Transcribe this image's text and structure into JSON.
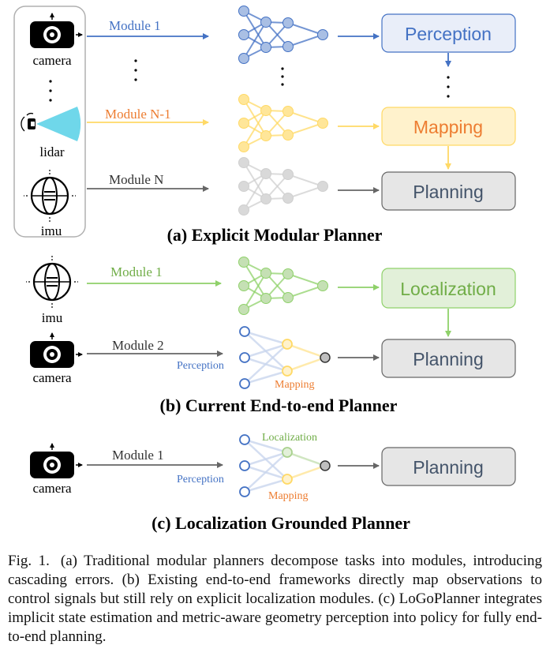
{
  "colors": {
    "blue": "#4472c4",
    "blue_fill": "#a9bfe4",
    "blue_box": "#e9eef9",
    "yellow": "#ffd966",
    "yellow_fill": "#ffe699",
    "yellow_box": "#fff2cc",
    "orange_text": "#ed7d31",
    "gray": "#666666",
    "gray_fill": "#d9d9d9",
    "gray_box": "#e6e6e6",
    "gray_text": "#44546a",
    "green": "#8fd16a",
    "green_fill": "#c5e0b4",
    "green_box": "#e2f0d9",
    "green_text": "#70ad47"
  },
  "panel_a": {
    "sensors": {
      "camera": "camera",
      "lidar": "lidar",
      "imu": "imu"
    },
    "modules": {
      "m1": "Module 1",
      "mn1": "Module N-1",
      "mn": "Module N"
    },
    "boxes": {
      "perception": "Perception",
      "mapping": "Mapping",
      "planning": "Planning"
    },
    "title": "(a) Explicit Modular Planner"
  },
  "panel_b": {
    "sensors": {
      "imu": "imu",
      "camera": "camera"
    },
    "modules": {
      "m1": "Module 1",
      "m2": "Module 2"
    },
    "net_labels": {
      "perception": "Perception",
      "mapping": "Mapping"
    },
    "boxes": {
      "localization": "Localization",
      "planning": "Planning"
    },
    "title": "(b) Current End-to-end Planner"
  },
  "panel_c": {
    "sensors": {
      "camera": "camera"
    },
    "modules": {
      "m1": "Module 1"
    },
    "net_labels": {
      "perception": "Perception",
      "localization": "Localization",
      "mapping": "Mapping"
    },
    "boxes": {
      "planning": "Planning"
    },
    "title": "(c) Localization Grounded Planner"
  },
  "caption": {
    "label": "Fig. 1.",
    "text": "(a) Traditional modular planners decompose tasks into modules, introducing cascading errors. (b) Existing end-to-end frameworks directly map observations to control signals but still rely on explicit localization modules. (c) LoGoPlanner integrates implicit state estimation and metric-aware geometry perception into policy for fully end-to-end planning."
  }
}
